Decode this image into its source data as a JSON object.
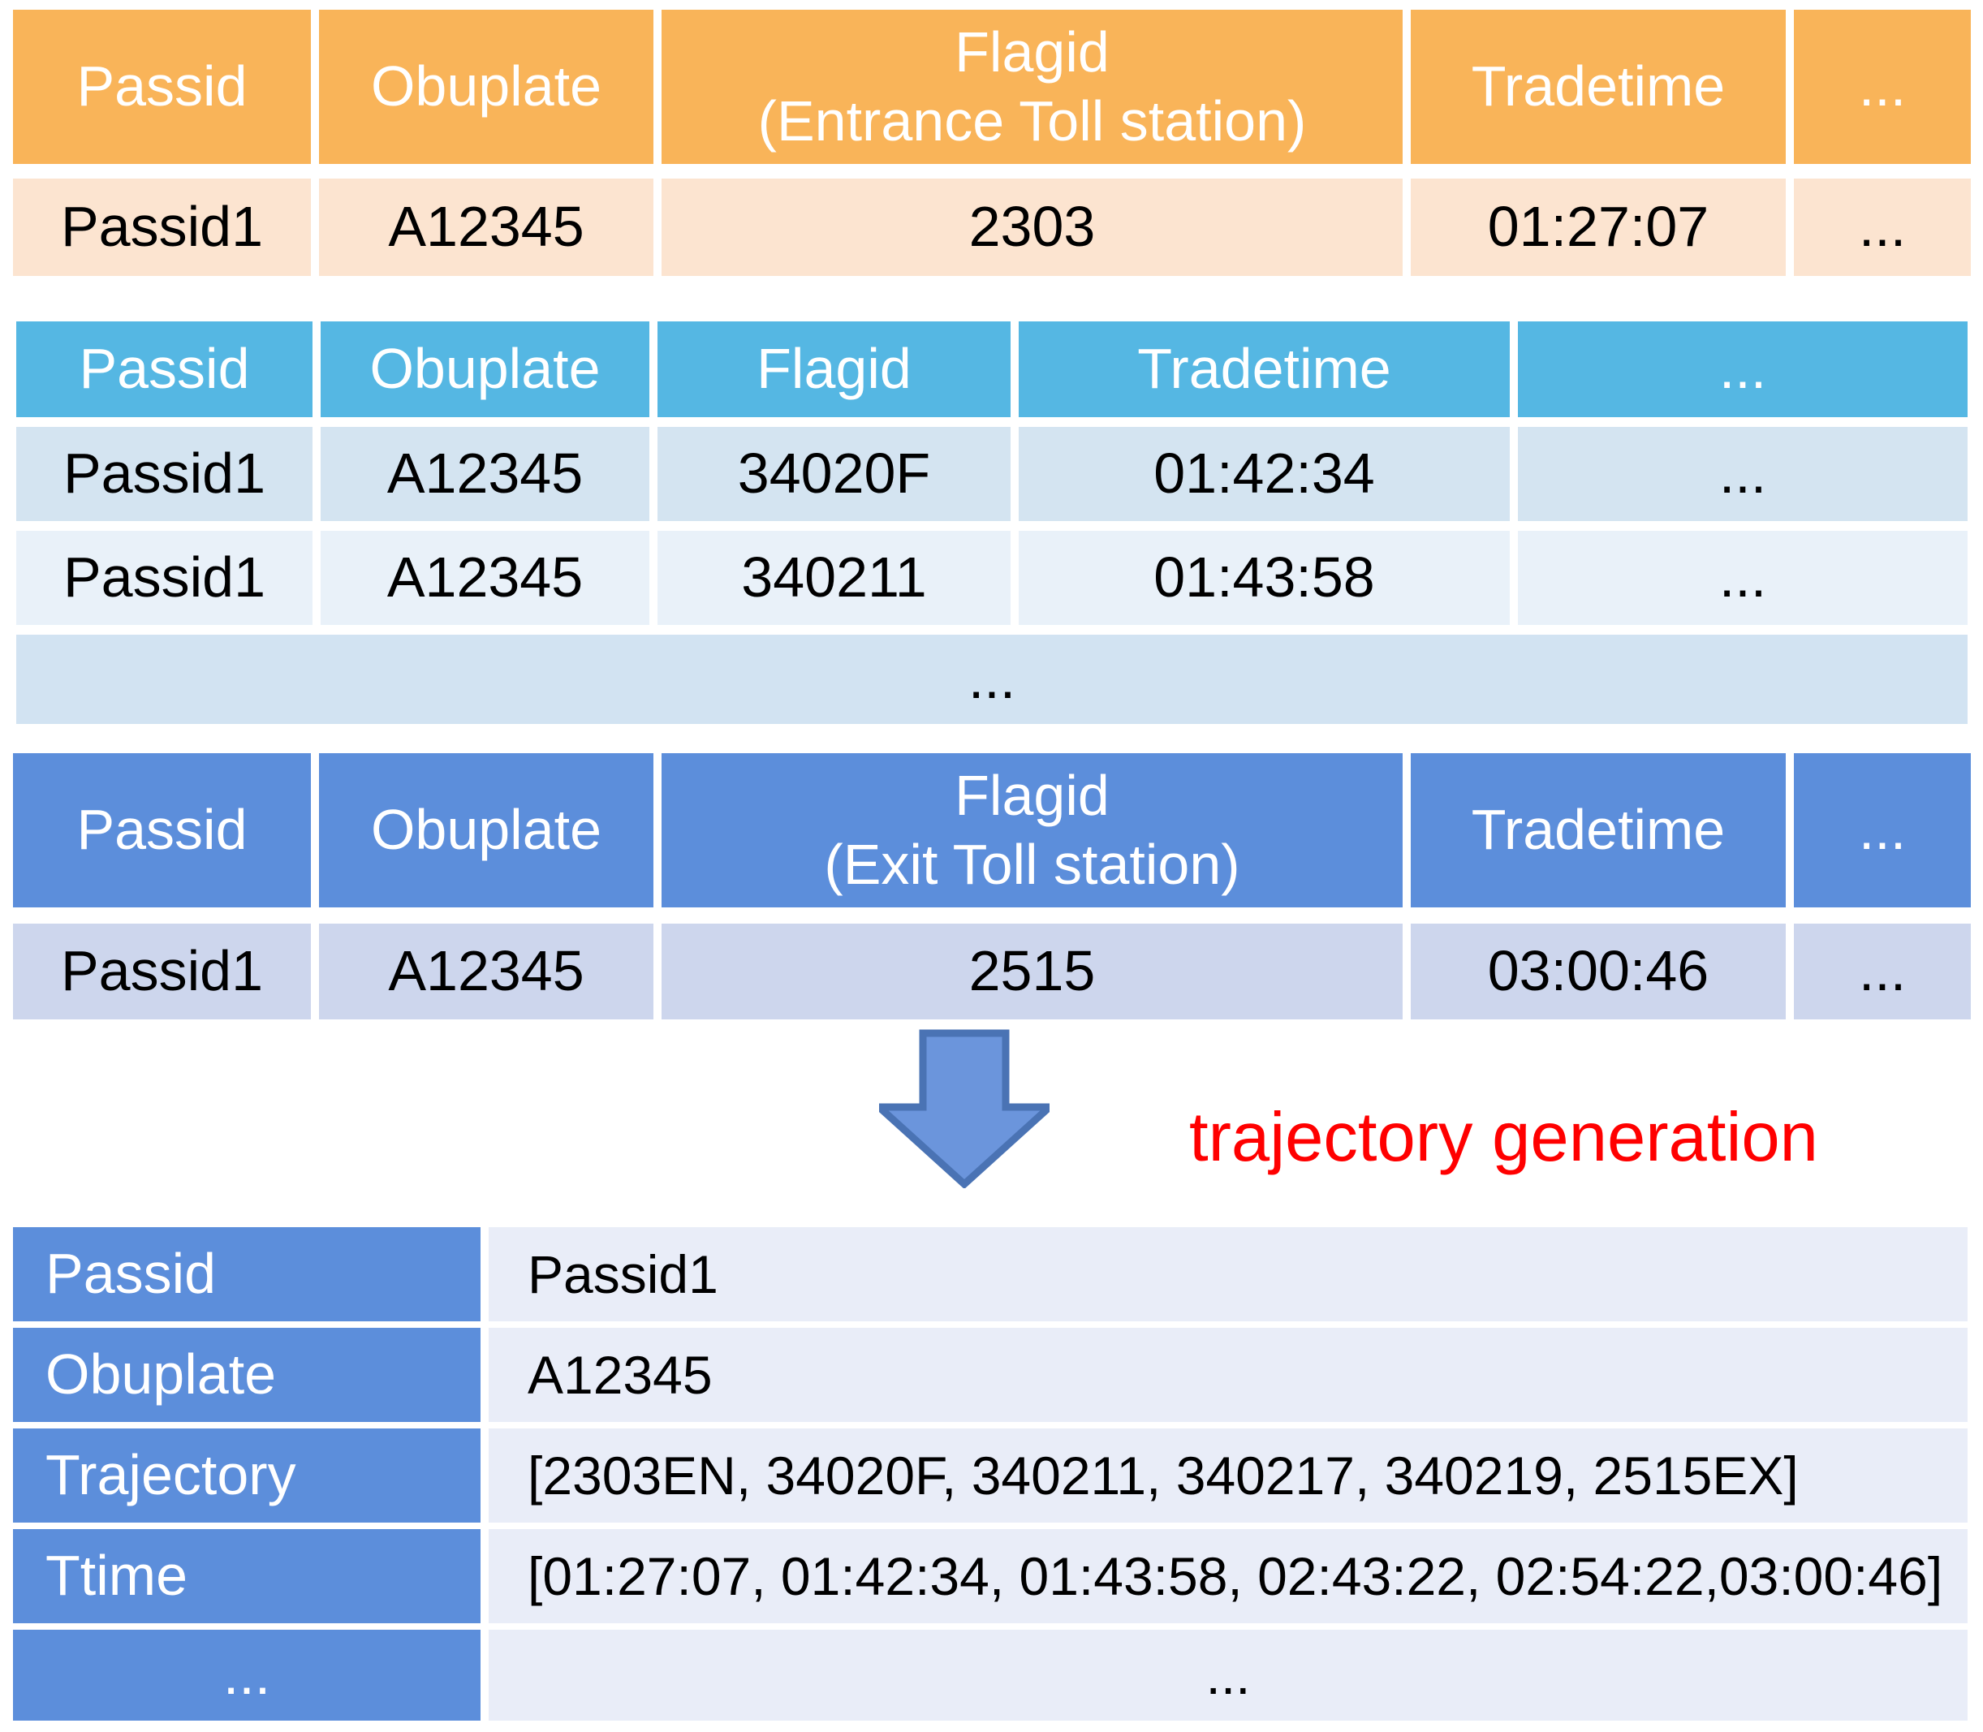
{
  "colors": {
    "orange_header": "#F9B459",
    "orange_row": "#FCE4D0",
    "cyan_header": "#55B7E3",
    "cyan_row_odd": "#D4E4F1",
    "cyan_row_even": "#E9F1F9",
    "cyan_merged_row": "#D2E3F2",
    "blue_header": "#5C8EDB",
    "blue_row": "#CDD6ED",
    "value_bg": "#E9EDF8",
    "arrow_fill": "#6B95DC",
    "arrow_border": "#4A73B4",
    "annotation_red": "#FF0000"
  },
  "entrance_table": {
    "headers": [
      "Passid",
      "Obuplate",
      "Flagid\n(Entrance Toll station)",
      "Tradetime",
      "..."
    ],
    "rows": [
      [
        "Passid1",
        "A12345",
        "2303",
        "01:27:07",
        "..."
      ]
    ]
  },
  "gantry_table": {
    "headers": [
      "Passid",
      "Obuplate",
      "Flagid",
      "Tradetime",
      "..."
    ],
    "rows": [
      [
        "Passid1",
        "A12345",
        "34020F",
        "01:42:34",
        "..."
      ],
      [
        "Passid1",
        "A12345",
        "340211",
        "01:43:58",
        "..."
      ]
    ],
    "ellipsis_row": "..."
  },
  "exit_table": {
    "headers": [
      "Passid",
      "Obuplate",
      "Flagid\n(Exit Toll station)",
      "Tradetime",
      "..."
    ],
    "rows": [
      [
        "Passid1",
        "A12345",
        "2515",
        "03:00:46",
        "..."
      ]
    ]
  },
  "annotation": {
    "label": "trajectory generation"
  },
  "trajectory_table": {
    "rows": [
      {
        "label": "Passid",
        "value": "Passid1"
      },
      {
        "label": "Obuplate",
        "value": "A12345"
      },
      {
        "label": "Trajectory",
        "value": "[2303EN, 34020F, 340211, 340217, 340219, 2515EX]"
      },
      {
        "label": "Ttime",
        "value": "[01:27:07, 01:42:34, 01:43:58, 02:43:22, 02:54:22,03:00:46]"
      },
      {
        "label": "...",
        "value": "..."
      }
    ]
  }
}
